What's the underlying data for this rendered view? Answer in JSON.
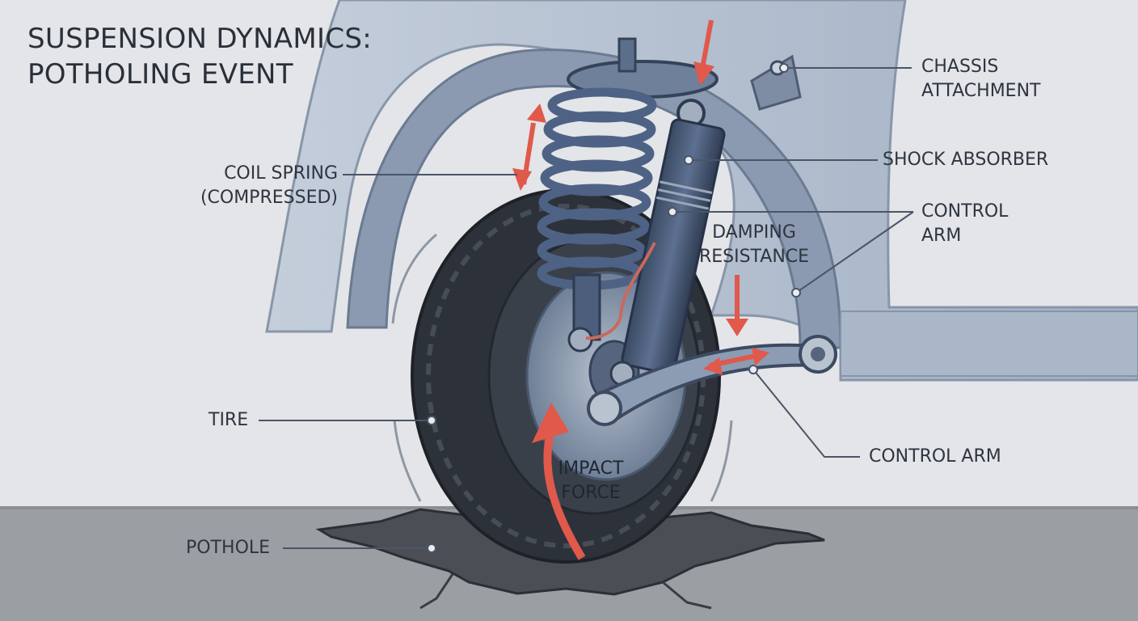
{
  "title": {
    "line1": "SUSPENSION DYNAMICS:",
    "line2": "POTHOLING EVENT"
  },
  "labels": {
    "chassis_attachment": {
      "line1": "CHASSIS",
      "line2": "ATTACHMENT"
    },
    "shock_absorber": "SHOCK ABSORBER",
    "control_arm_upper": {
      "line1": "CONTROL",
      "line2": "ARM"
    },
    "coil_spring": {
      "line1": "COIL SPRING",
      "line2": "(COMPRESSED)"
    },
    "damping_resistance": {
      "line1": "DAMPING",
      "line2": "RESISTANCE"
    },
    "tire": "TIRE",
    "control_arm_lower": "CONTROL ARM",
    "impact_force": {
      "line1": "IMPACT",
      "line2": "FORCE"
    },
    "pothole": "POTHOLE"
  },
  "colors": {
    "background": "#e3e5e8",
    "car_body": "#a9b6c7",
    "car_body_dark": "#7f8ea3",
    "metal": "#5c6f8a",
    "metal_dark": "#34435a",
    "tire": "#2d323a",
    "road": "#9b9ea2",
    "force_arrow": "#e0594b",
    "text": "#2e3540",
    "leader_line": "#4a5568"
  }
}
